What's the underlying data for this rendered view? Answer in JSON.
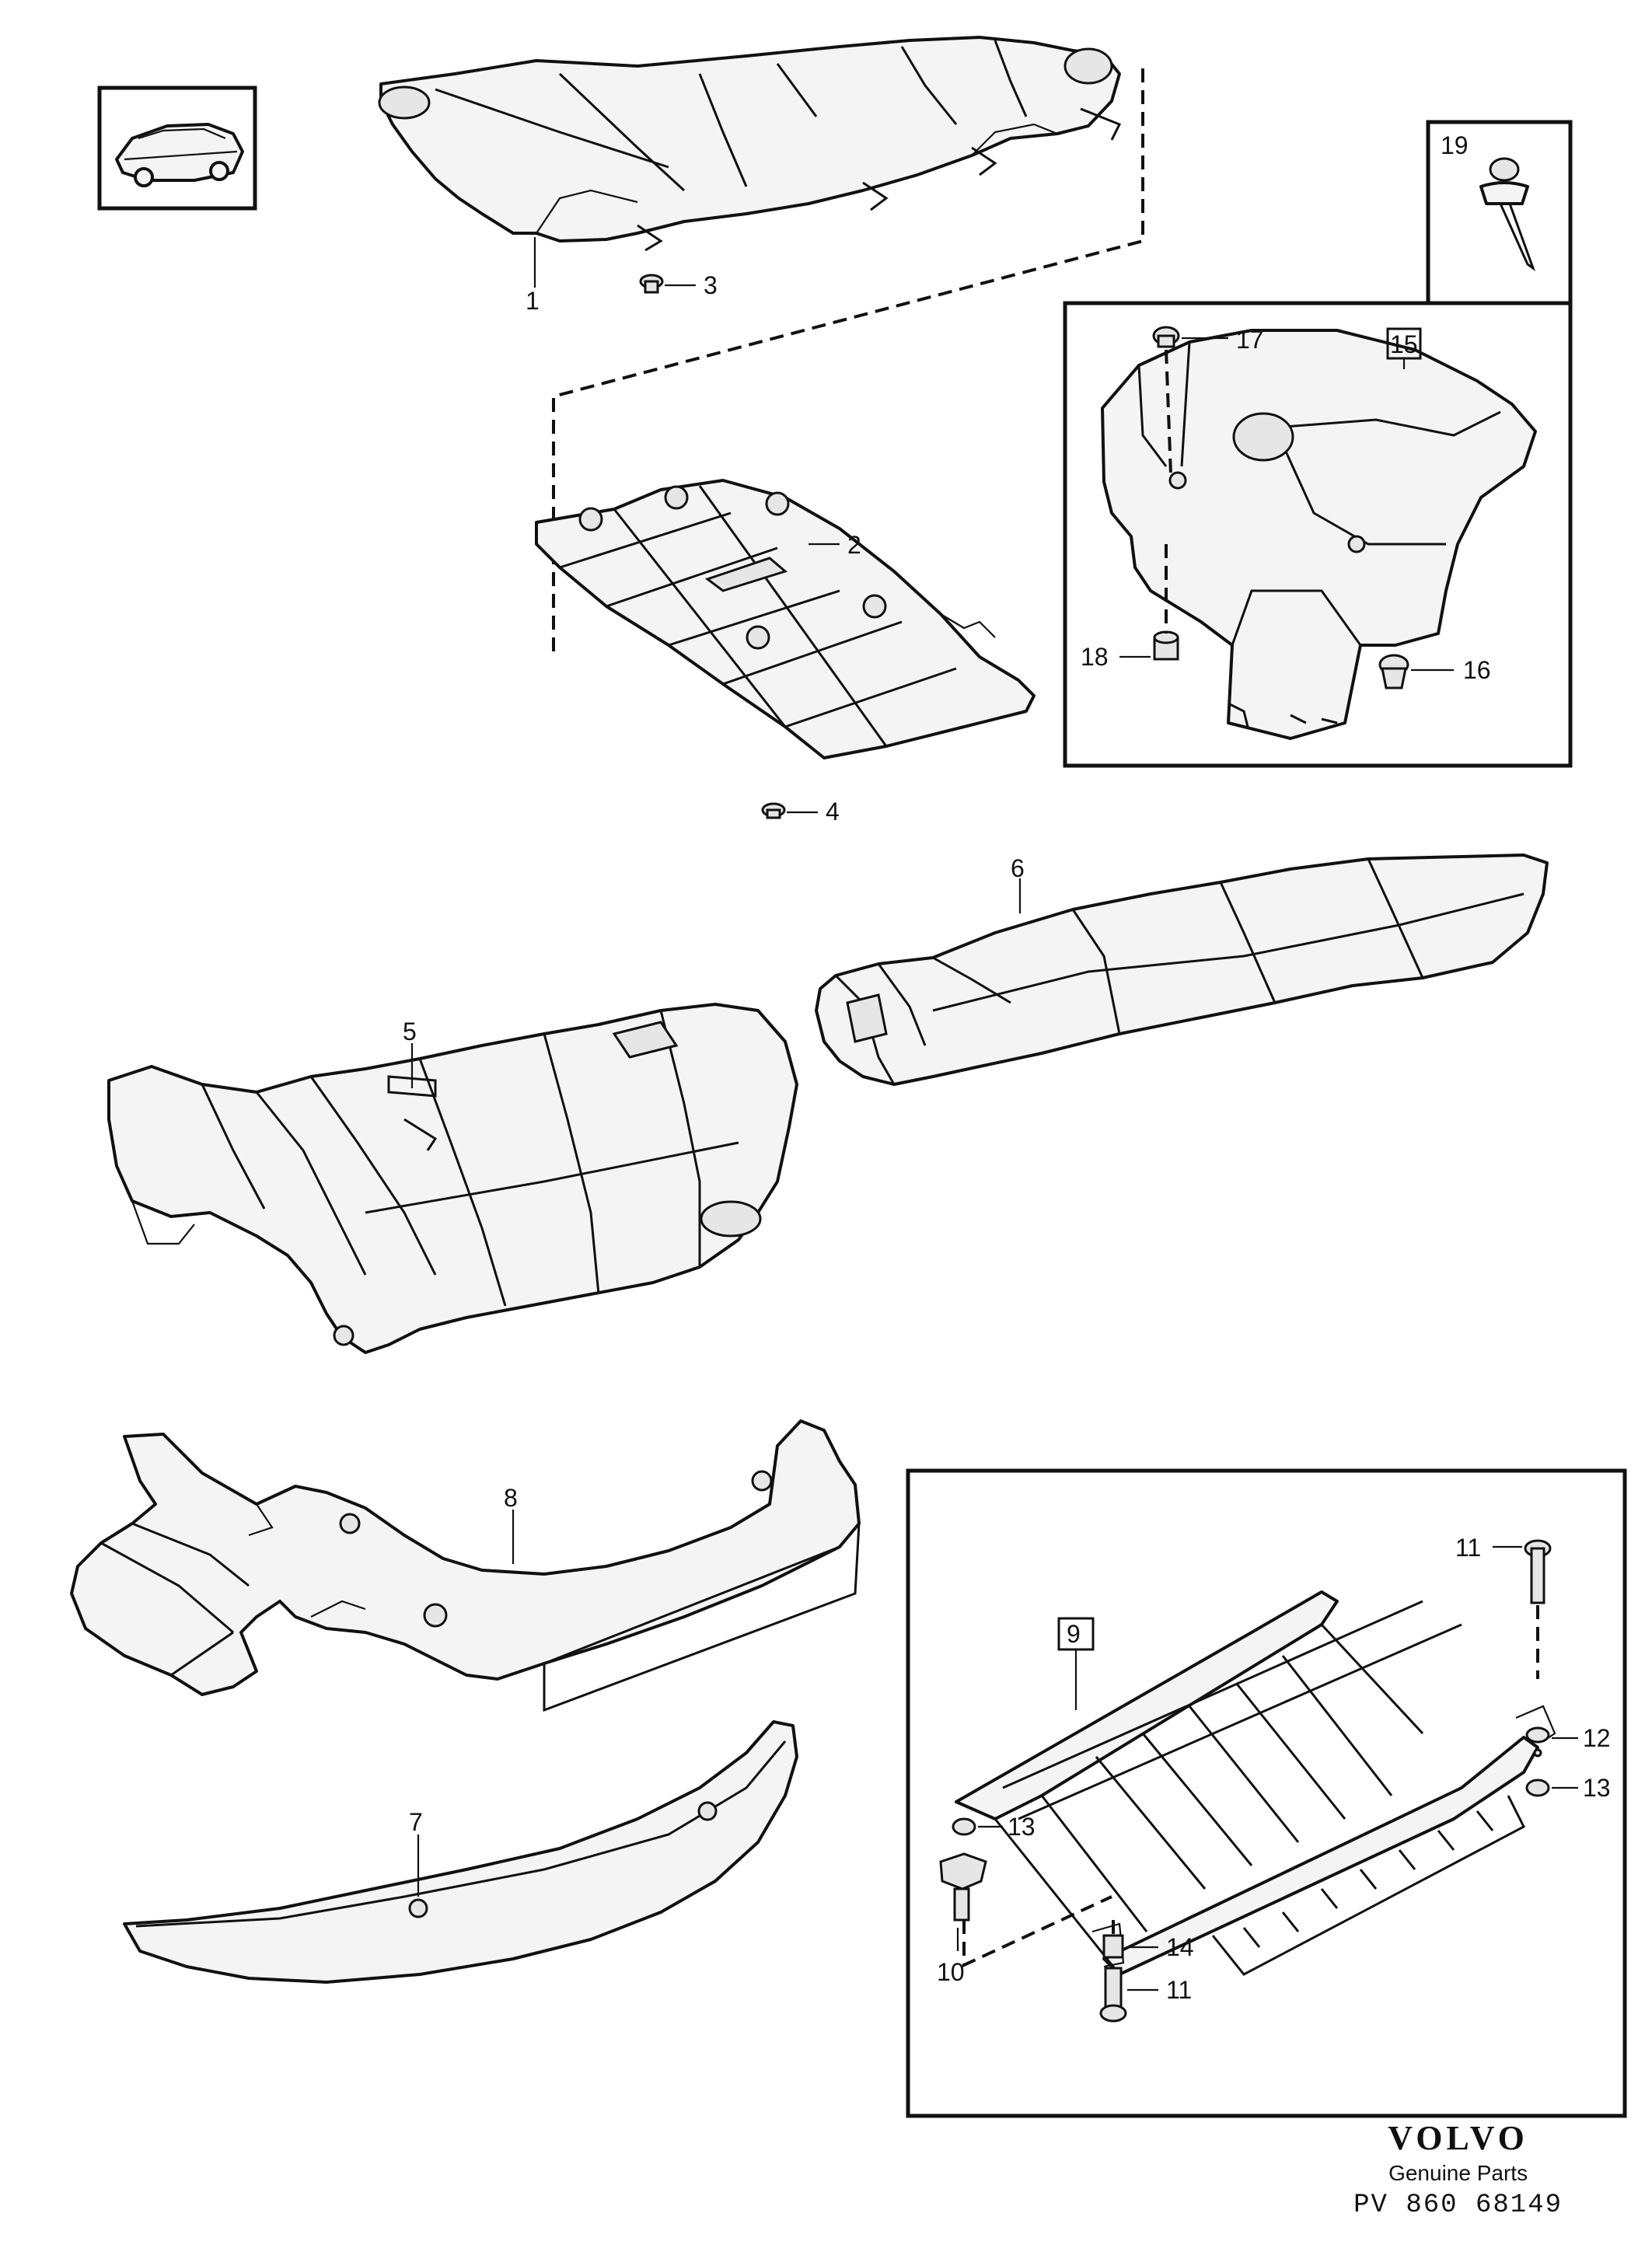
{
  "callouts": {
    "c1": "1",
    "c2": "2",
    "c3": "3",
    "c4": "4",
    "c5": "5",
    "c6": "6",
    "c7": "7",
    "c8": "8",
    "c9": "9",
    "c10": "10",
    "c11a": "11",
    "c11b": "11",
    "c12": "12",
    "c13a": "13",
    "c13b": "13",
    "c14": "14",
    "c15": "15",
    "c16": "16",
    "c17": "17",
    "c18": "18",
    "c19": "19"
  },
  "footer": {
    "brand": "VOLVO",
    "tagline": "Genuine Parts",
    "code": "PV 860  68149"
  }
}
